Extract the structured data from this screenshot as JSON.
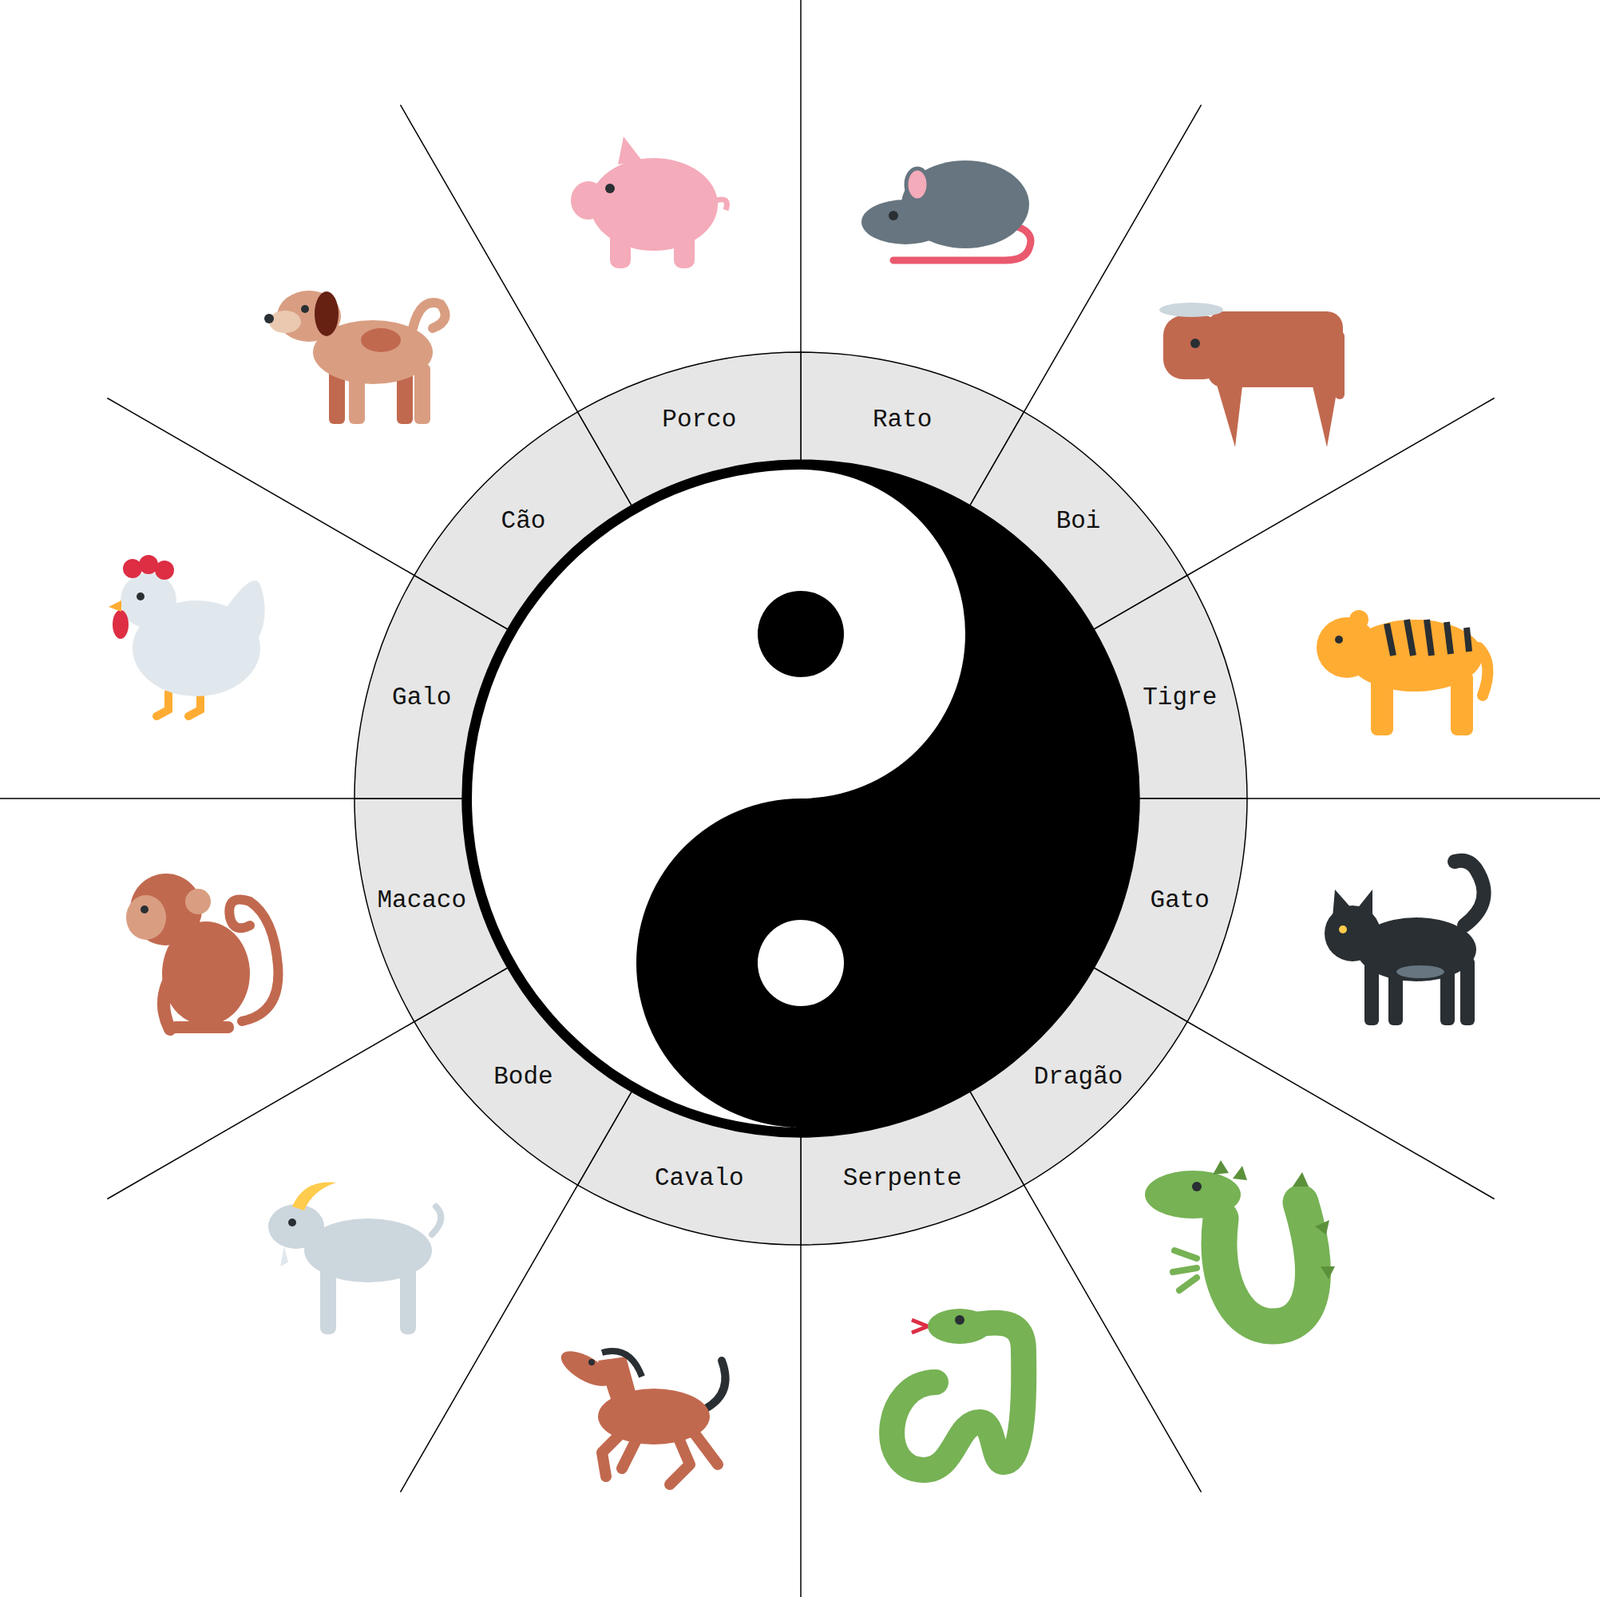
{
  "diagram": {
    "nodes": [
      {
        "text": [
          "Rato"
        ]
      },
      {
        "text": [
          "Boi"
        ]
      },
      {
        "text": [
          "Tigre"
        ]
      },
      {
        "text": [
          "Gato"
        ]
      },
      {
        "text": [
          "Dragão"
        ]
      },
      {
        "text": [
          "Serpente"
        ]
      },
      {
        "text": [
          "Cavalo"
        ]
      },
      {
        "text": [
          "Bode"
        ]
      },
      {
        "text": [
          "Macaco"
        ]
      },
      {
        "text": [
          "Galo"
        ]
      },
      {
        "text": [
          "Cão"
        ]
      },
      {
        "text": [
          "Porco"
        ]
      }
    ]
  }
}
